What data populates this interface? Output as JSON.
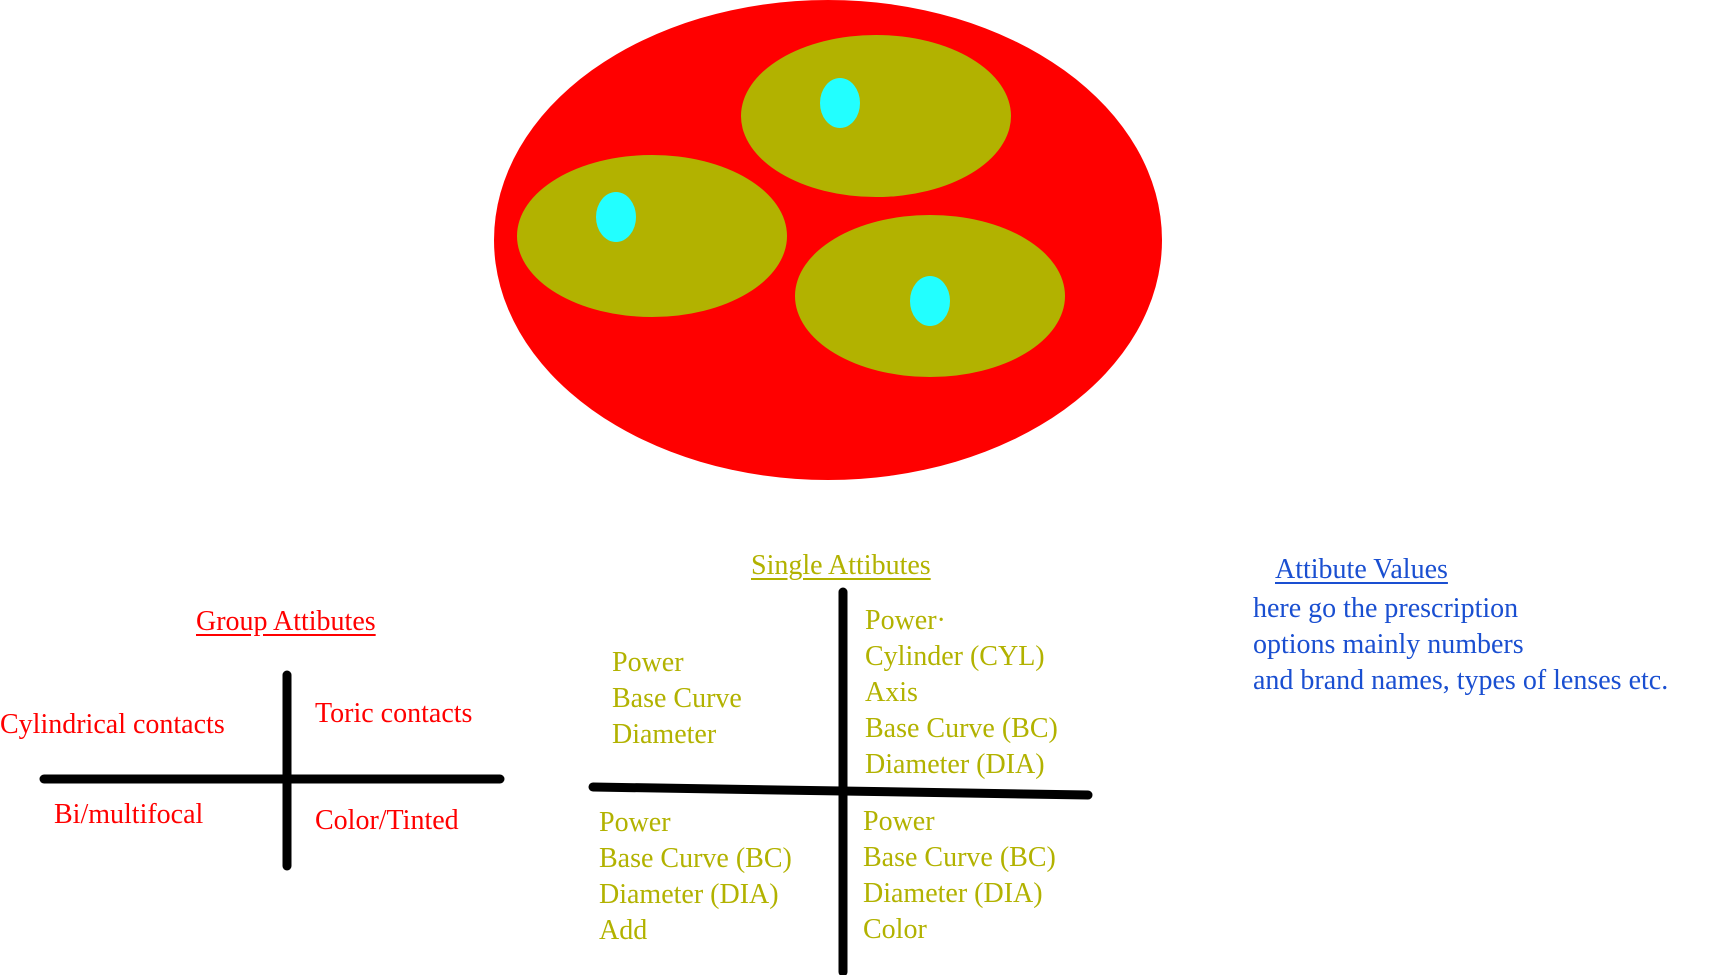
{
  "colors": {
    "outer_circle": "#ff0000",
    "inner_ellipse": "#b2b200",
    "dot": "#22ffff",
    "lines": "#000000",
    "group_text": "#ff0000",
    "single_text": "#b2b200",
    "values_text": "#1a4fd1"
  },
  "group_attributes": {
    "heading": "Group Attibutes",
    "top_left": "Cylindrical contacts",
    "top_right": "Toric contacts",
    "bottom_left": "Bi/multifocal",
    "bottom_right": "Color/Tinted"
  },
  "single_attributes": {
    "heading": "Single Attibutes",
    "top_left": [
      "Power",
      "Base Curve",
      "Diameter"
    ],
    "top_right": [
      "Power·",
      "Cylinder (CYL)",
      "Axis",
      "Base Curve (BC)",
      "Diameter  (DIA)"
    ],
    "bottom_left": [
      "Power",
      "Base Curve (BC)",
      "Diameter  (DIA)",
      "Add"
    ],
    "bottom_right": [
      "Power",
      "Base Curve (BC)",
      "Diameter  (DIA)",
      "Color"
    ]
  },
  "attribute_values": {
    "heading": "Attibute Values",
    "lines": [
      "here go the prescription",
      "options mainly numbers",
      "and brand names, types of lenses etc."
    ]
  }
}
